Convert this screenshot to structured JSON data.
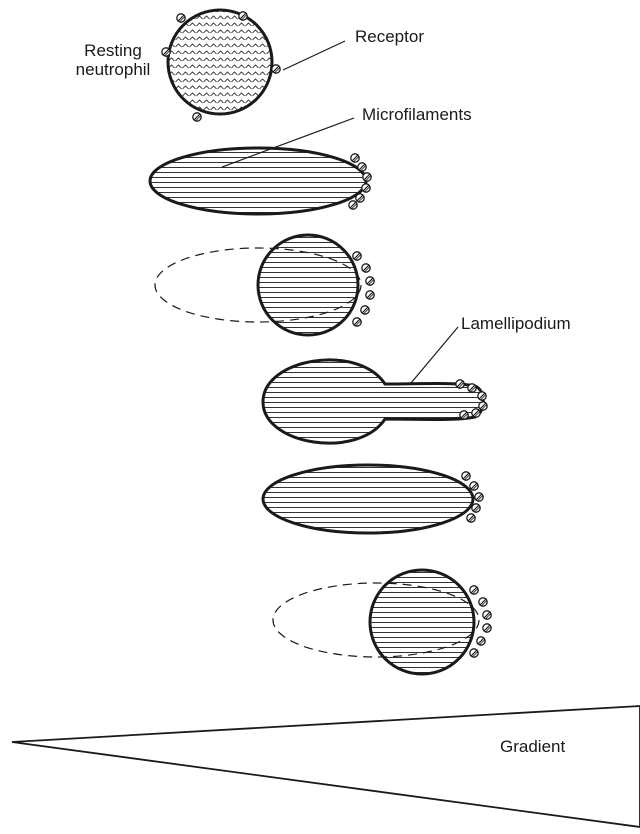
{
  "labels": {
    "resting_line1": "Resting",
    "resting_line2": "neutrophil",
    "receptor": "Receptor",
    "microfilaments": "Microfilaments",
    "lamellipodium": "Lamellipodium",
    "gradient": "Gradient"
  },
  "colors": {
    "ink": "#1a1a1a",
    "background": "#ffffff"
  }
}
